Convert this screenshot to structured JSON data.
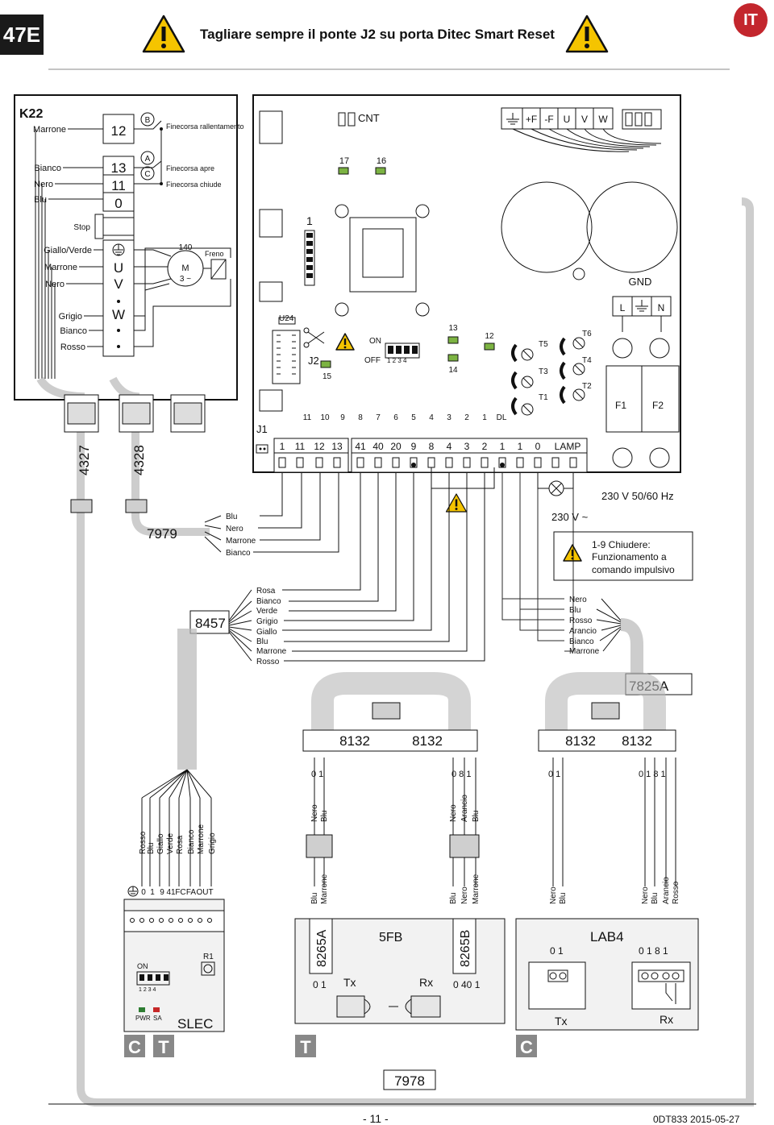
{
  "header": {
    "section_tag": "47E",
    "title": "Tagliare sempre il ponte J2 su porta Ditec Smart Reset",
    "language_badge": "IT",
    "warning_icon": "warning-triangle-icon"
  },
  "motor_box": {
    "name": "K22",
    "wires_top": [
      "Marrone",
      "Bianco",
      "Nero",
      "Blu"
    ],
    "terminals_top": [
      "12",
      "13",
      "11",
      "0"
    ],
    "circle_b": "B",
    "circle_a": "A",
    "circle_c": "C",
    "limit_slow": "Finecorsa rallentamento",
    "limit_open": "Finecorsa apre",
    "limit_close": "Finecorsa chiude",
    "stop": "Stop",
    "wires_bottom": [
      "Giallo/Verde",
      "Marrone",
      "Nero",
      "Grigio",
      "Bianco",
      "Rosso"
    ],
    "terminals_bottom": [
      "U",
      "V",
      "W"
    ],
    "motor_num": "140",
    "motor_label_m": "M",
    "motor_label_phase": "3 ~",
    "brake": "Freno"
  },
  "cables": {
    "c4327": "4327",
    "c4328": "4328",
    "c7979": "7979",
    "c8457": "8457",
    "c7825a": "7825A",
    "c7978": "7978"
  },
  "cable_7979_wires": [
    "Blu",
    "Nero",
    "Marrone",
    "Bianco"
  ],
  "cable_8457_wires": [
    "Rosa",
    "Bianco",
    "Verde",
    "Grigio",
    "Giallo",
    "Blu",
    "Marrone",
    "Rosso"
  ],
  "cable_7825a_wires": [
    "Nero",
    "Blu",
    "Rosso",
    "Arancio",
    "Bianco",
    "Marrone"
  ],
  "board": {
    "cnt": "CNT",
    "power_terms": [
      "+F",
      "-F",
      "U",
      "V",
      "W"
    ],
    "led17": "17",
    "led16": "16",
    "one": "1",
    "u24": "U24",
    "j2": "J2",
    "j1": "J1",
    "led15": "15",
    "dip_on": "ON",
    "dip_off": "OFF",
    "dip_nums": "1 2 3 4",
    "led13": "13",
    "led14": "14",
    "led12": "12",
    "trims": [
      "T5",
      "T3",
      "T1",
      "T6",
      "T4",
      "T2"
    ],
    "gnd": "GND",
    "l": "L",
    "n": "N",
    "f1": "F1",
    "f2": "F2",
    "led_row": [
      "11",
      "10",
      "9",
      "8",
      "7",
      "6",
      "5",
      "4",
      "3",
      "2",
      "1",
      "DL"
    ],
    "term_row_a": [
      "1",
      "11",
      "12",
      "13"
    ],
    "term_row_b": [
      "41",
      "40",
      "20",
      "9",
      "8",
      "4",
      "3",
      "2",
      "1",
      "1",
      "0",
      "LAMP"
    ]
  },
  "power": {
    "mains": "230 V 50/60 Hz",
    "lamp_voltage": "230 V ~"
  },
  "note": {
    "line1": "1-9 Chiudere:",
    "line2": "Funzionamento a",
    "line3": "comando impulsivo"
  },
  "splitters": [
    "8132",
    "8132",
    "8132",
    "8132"
  ],
  "slec": {
    "wires": [
      "Rosso",
      "Blu",
      "Giallo",
      "Verde",
      "Rosa",
      "Bianco",
      "Marrone",
      "Grigio"
    ],
    "terms": [
      "0",
      "1",
      "9",
      "41",
      "FC",
      "FA",
      "OUT"
    ],
    "on": "ON",
    "dip_nums": "1 2 3 4",
    "r1": "R1",
    "pwr": "PWR",
    "sa": "SA",
    "name": "SLEC",
    "badge_c": "C",
    "badge_t": "T"
  },
  "fb5": {
    "left_terms": "0  1",
    "left_wires_top": [
      "Nero",
      "Blu"
    ],
    "left_wires_bottom": [
      "Blu",
      "Marrone"
    ],
    "right_terms": "0  8  1",
    "right_wires_top": [
      "Nero",
      "Arancio",
      "Blu"
    ],
    "right_wires_bottom": [
      "Blu",
      "Nero",
      "Marrone"
    ],
    "code_a": "8265A",
    "code_b": "8265B",
    "name": "5FB",
    "tx_terms": "0  1",
    "tx": "Tx",
    "rx": "Rx",
    "rx_terms": "0  40  1",
    "badge": "T"
  },
  "lab4": {
    "tx_terms": "0  1",
    "rx_terms": "0  1  8  1",
    "tx_wires": [
      "Nero",
      "Blu"
    ],
    "rx_wires": [
      "Nero",
      "Blu",
      "Arancio",
      "Rosso"
    ],
    "name": "LAB4",
    "tx": "Tx",
    "rx": "Rx",
    "badge": "C"
  },
  "footer": {
    "page": "- 11 -",
    "doc": "0DT833  2015-05-27"
  }
}
